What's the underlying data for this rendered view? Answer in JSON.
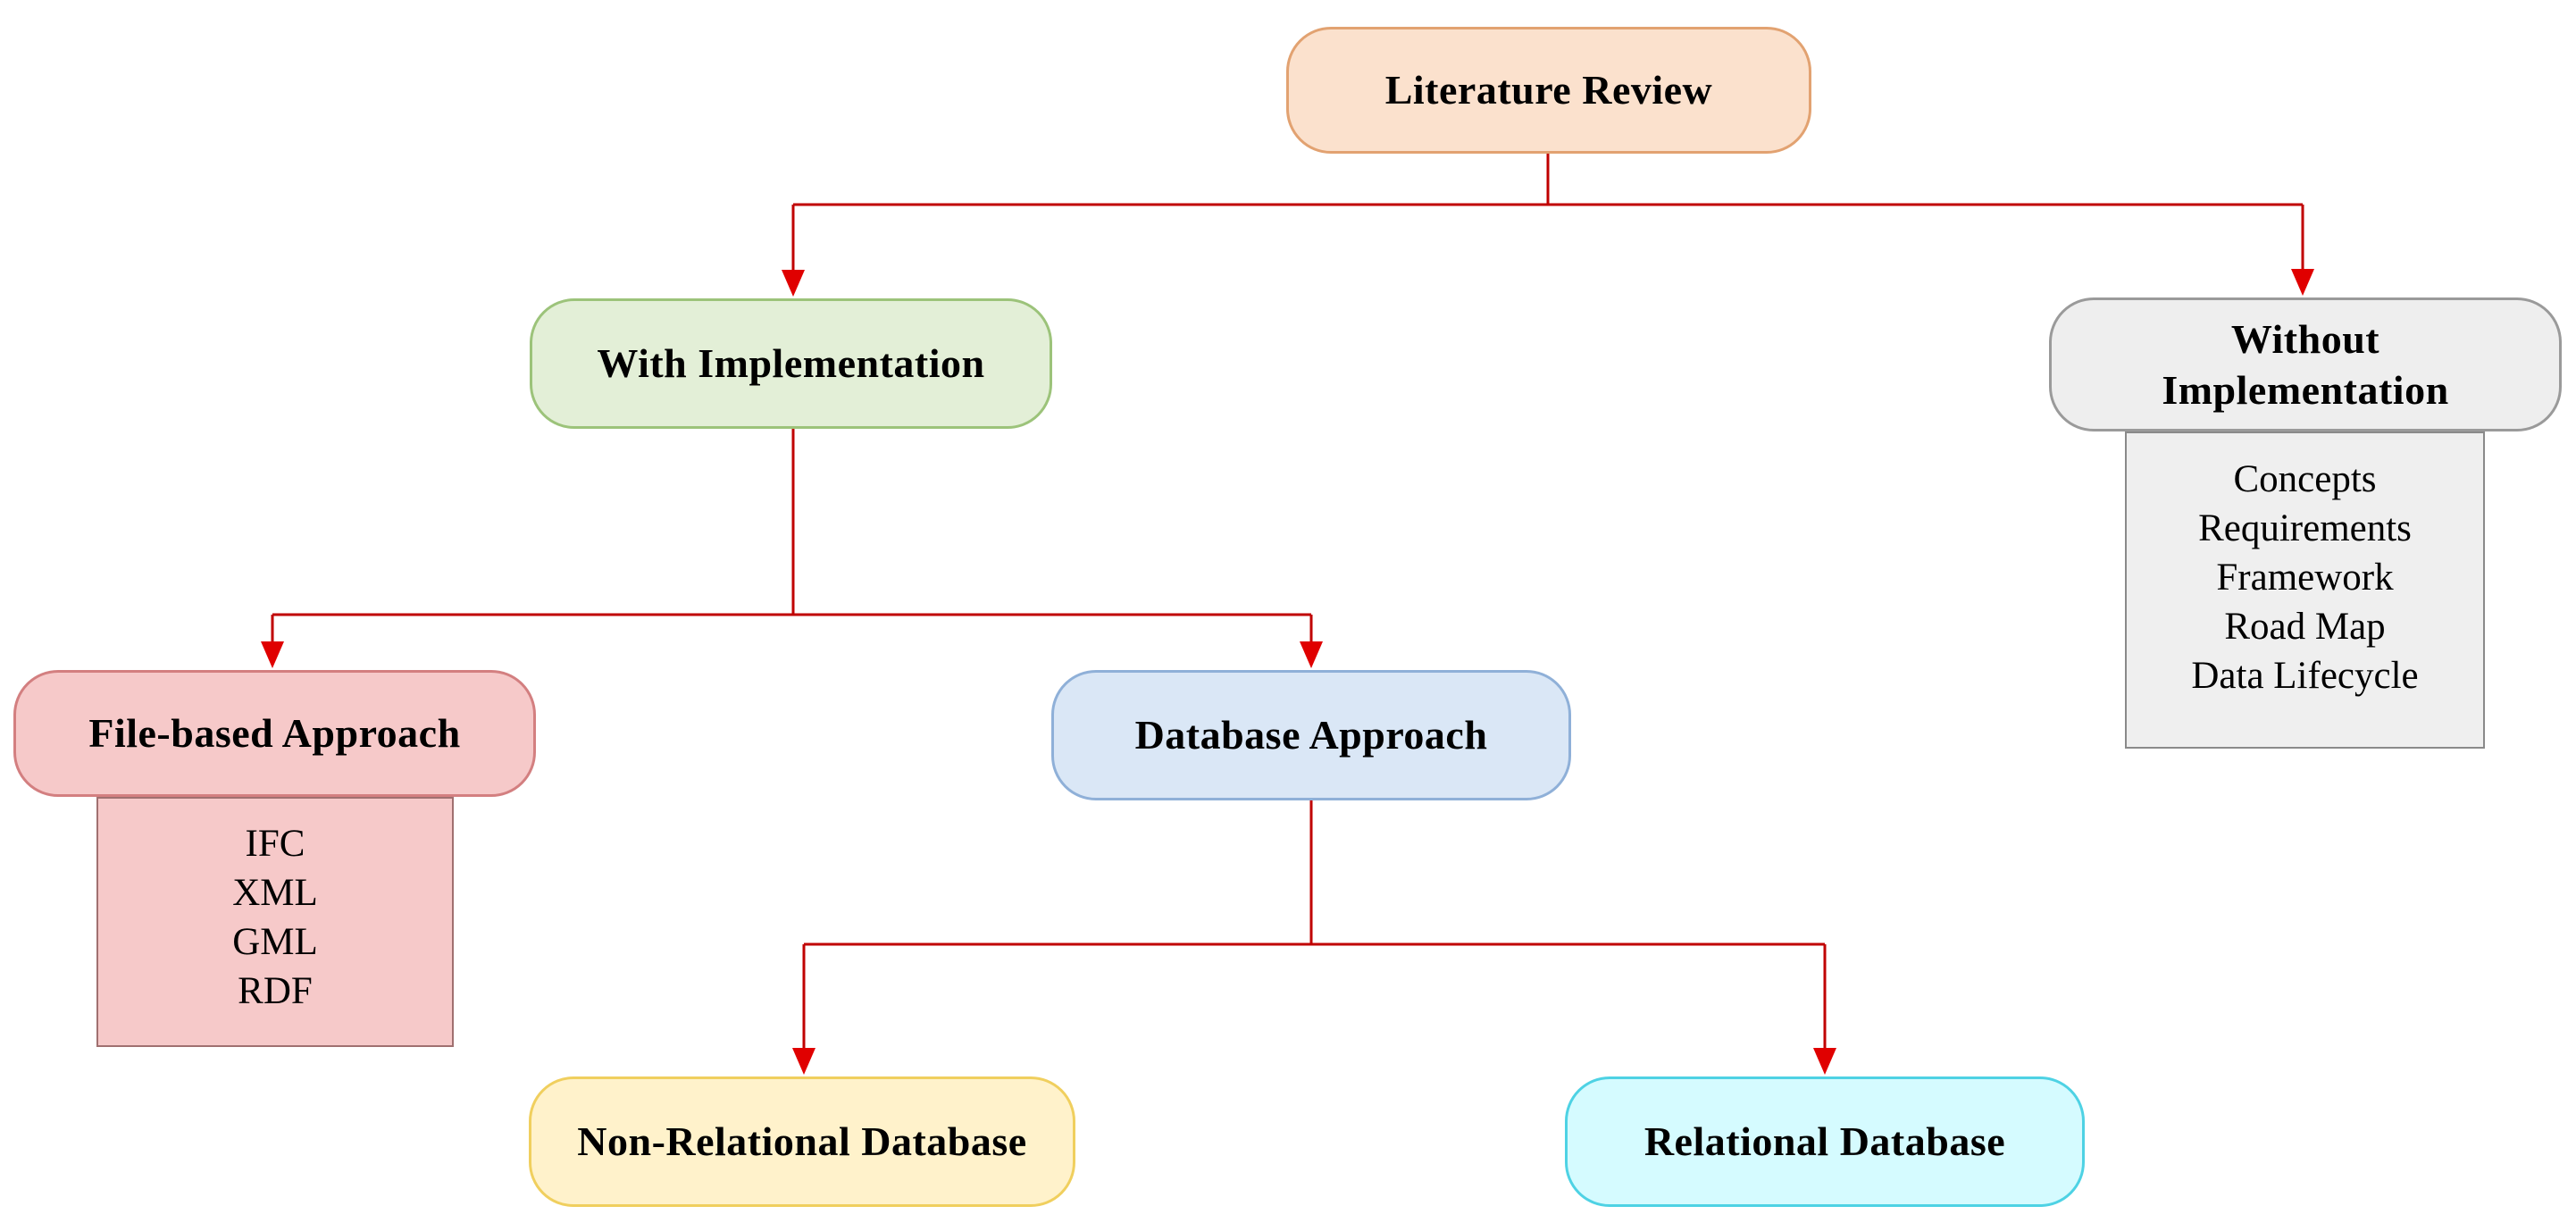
{
  "diagram": {
    "root": {
      "label": "Literature Review"
    },
    "with_implementation": {
      "label": "With Implementation"
    },
    "without_implementation": {
      "label_line1": "Without",
      "label_line2": "Implementation",
      "items": [
        "Concepts",
        "Requirements",
        "Framework",
        "Road Map",
        "Data Lifecycle"
      ]
    },
    "file_based": {
      "label": "File-based Approach",
      "items": [
        "IFC",
        "XML",
        "GML",
        "RDF"
      ]
    },
    "database": {
      "label": "Database Approach"
    },
    "non_relational": {
      "label": "Non-Relational Database"
    },
    "relational": {
      "label": "Relational Database"
    },
    "colors": {
      "connector": "#c00000",
      "arrowhead": "#e00000",
      "root_fill": "#fbe1cd",
      "with_fill": "#e3efd7",
      "without_fill": "#eeeeee",
      "file_fill": "#f6c9c9",
      "database_fill": "#dae7f6",
      "non_relational_fill": "#fff2cb",
      "relational_fill": "#d5fbff"
    }
  }
}
